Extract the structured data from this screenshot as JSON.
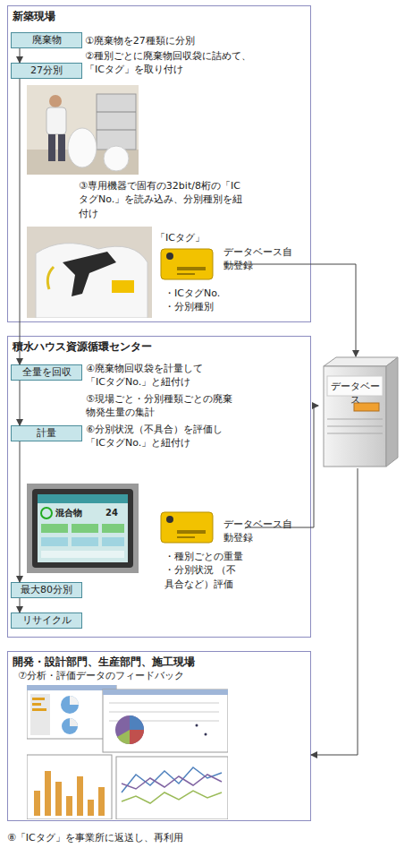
{
  "diagram": {
    "nodes": [
      {
        "text": [
          "新築現場"
        ]
      },
      {
        "text": [
          "廃棄物"
        ],
        "in": 0
      },
      {
        "text": [
          "27分別"
        ],
        "in": 0
      },
      {
        "text": [
          "「ICタグ」",
          "・ICタグNo. ・分別種別"
        ],
        "in": 0
      },
      {
        "text": [
          "積水ハウス資源循環センター"
        ]
      },
      {
        "text": [
          "全量を回収"
        ],
        "in": 4
      },
      {
        "text": [
          "計量"
        ],
        "in": 4
      },
      {
        "text": [
          "最大80分別"
        ],
        "in": 4
      },
      {
        "text": [
          "リサイクル"
        ],
        "in": 4
      },
      {
        "text": [
          "・種別ごとの重量 ・分別状況 （不具合など）評価"
        ],
        "in": 4
      },
      {
        "text": [
          "データベース"
        ]
      },
      {
        "text": [
          "開発・設計部門、生産部門、施工現場"
        ]
      }
    ],
    "edges": [
      {
        "from": 1,
        "to": 2,
        "arrow": "to"
      },
      {
        "from": 2,
        "to": 5,
        "arrow": "to"
      },
      {
        "from": 5,
        "to": 6,
        "arrow": "to"
      },
      {
        "from": 6,
        "to": 7,
        "arrow": "to"
      },
      {
        "from": 7,
        "to": 8,
        "arrow": "to"
      },
      {
        "from": 3,
        "to": 10,
        "label": "データベース自動登録",
        "arrow": "to"
      },
      {
        "from": 9,
        "to": 10,
        "label": "データベース自動登録",
        "arrow": "to"
      },
      {
        "from": 10,
        "to": 11,
        "arrow": "to"
      }
    ],
    "labels": [
      "①廃棄物を27種類に分別",
      "②種別ごとに廃棄物回収袋に詰めて、「ICタグ」を取り付け",
      "③専用機器で固有の32bit/8桁の「ICタグNo.」を読み込み、分別種別を紐付け",
      "④廃棄物回収袋を計量して「ICタグNo.」と紐付け",
      "⑤現場ごと・分別種類ごとの廃棄物発生量の集計",
      "⑥分別状況（不具合）を評価し「ICタグNo.」と紐付け",
      "混合物",
      "24",
      "⑦分析・評価データのフィードバック",
      "⑧「ICタグ」を事業所に返送し、再利用"
    ]
  }
}
